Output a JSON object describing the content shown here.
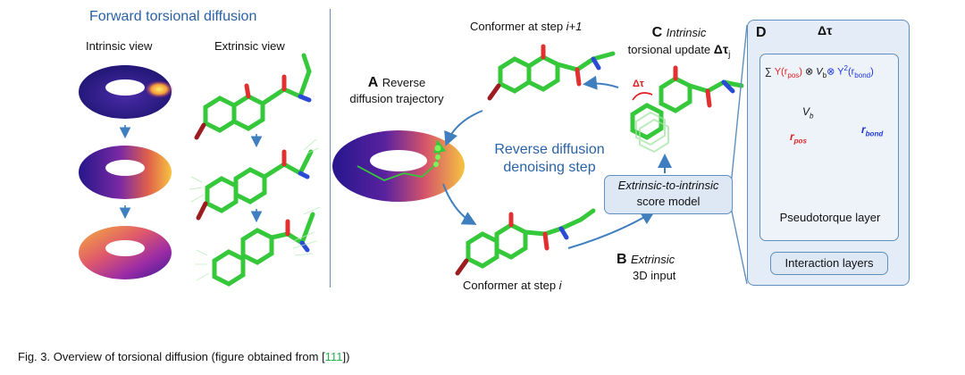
{
  "left_panel": {
    "title": "Forward torsional diffusion",
    "intrinsic_label": "Intrinsic view",
    "extrinsic_label": "Extrinsic view"
  },
  "panel_a": {
    "letter": "A",
    "line1": "Reverse",
    "line2": "diffusion trajectory"
  },
  "center": {
    "conformer_next_prefix": "Conformer at step ",
    "conformer_next_index": "i+1",
    "conformer_i_prefix": "Conformer at step ",
    "conformer_i_index": "i",
    "denoise_line1": "Reverse diffusion",
    "denoise_line2": "denoising step"
  },
  "panel_c": {
    "letter": "C",
    "line1": "Intrinsic",
    "line2_prefix": "torsional update ",
    "symbol": "Δτ",
    "subscript": "j",
    "small_label": "Δτ"
  },
  "panel_b": {
    "letter": "B",
    "line1": "Extrinsic",
    "line2": "3D input"
  },
  "score_model": {
    "line1": "Extrinsic-to-intrinsic",
    "line2": "score model"
  },
  "panel_d": {
    "letter": "D",
    "top_symbol": "Δτ",
    "formula": {
      "sum": "∑ ",
      "y": "Y",
      "rpos": "(r",
      "rpos_sub": "pos",
      "close": ")",
      "otimes1": " ⊗ ",
      "v": "V",
      "v_sub": "b",
      "otimes2": "⊗ ",
      "y2": "Y",
      "y2_sup": "2",
      "rbond": "(r",
      "rbond_sub": "bond",
      "close2": ")"
    },
    "vec_v": "V",
    "vec_v_sub": "b",
    "vec_rpos": "r",
    "vec_rpos_sub": "pos",
    "vec_rbond": "r",
    "vec_rbond_sub": "bond",
    "pseudotorque": "Pseudotorque layer",
    "interaction": "Interaction layers"
  },
  "caption": {
    "text": "Fig. 3. Overview of torsional diffusion (figure obtained from [",
    "ref": "111",
    "end": "])"
  },
  "colors": {
    "accent_blue": "#2a62a6",
    "box_fill": "#dde8f4",
    "box_border": "#5f8fbf",
    "molecule_green": "#35c83a",
    "torus_dark": "#2a1a8a",
    "torus_hot": "#f7d13a",
    "red": "#e02020",
    "ref_green": "#22b24c"
  }
}
